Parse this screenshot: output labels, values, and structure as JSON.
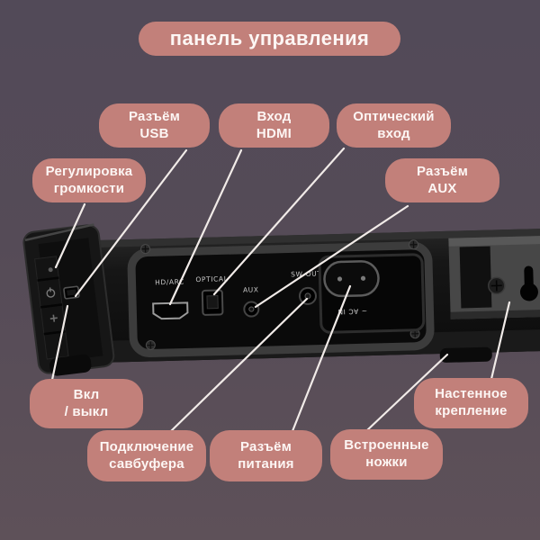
{
  "title": "панель управления",
  "colors": {
    "background_top": "#524a58",
    "background_bottom": "#5e5159",
    "label_pill": "#c2807a",
    "label_text": "#fdf6f4",
    "callout_line": "#f1ebe8",
    "device_body": "#141414"
  },
  "callouts": [
    {
      "id": "usb",
      "label": "Разъём\nUSB"
    },
    {
      "id": "hdmi",
      "label": "Вход\nHDMI"
    },
    {
      "id": "optical",
      "label": "Оптический\nвход"
    },
    {
      "id": "volume",
      "label": "Регулировка\nгромкости"
    },
    {
      "id": "aux",
      "label": "Разъём\nAUX"
    },
    {
      "id": "power",
      "label": "Вкл\n/ выкл"
    },
    {
      "id": "subwoofer",
      "label": "Подключение\nсавбуфера"
    },
    {
      "id": "power_connector",
      "label": "Разъём\nпитания"
    },
    {
      "id": "feet",
      "label": "Встроенные\nножки"
    },
    {
      "id": "wall_mount",
      "label": "Настенное\nкрепление"
    }
  ],
  "device": {
    "type": "soundbar rear panel",
    "port_labels": {
      "hdmi": "HD/ARC",
      "optical": "OPTICAL",
      "aux": "AUX",
      "sw_out": "SW-OUT",
      "ac_in": "~ AC IN"
    }
  }
}
